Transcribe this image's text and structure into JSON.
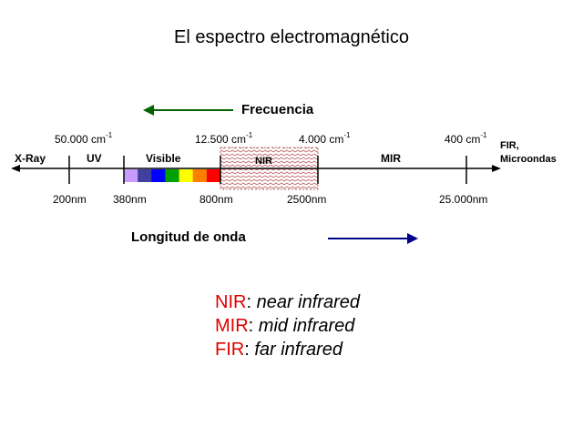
{
  "title": "El espectro electromagnético",
  "frequency_label": "Frecuencia",
  "wavelength_label": "Longitud de onda",
  "wavenumbers": [
    {
      "value": "50.000 cm",
      "exp": "-1"
    },
    {
      "value": "12.500 cm",
      "exp": "-1"
    },
    {
      "value": "4.000 cm",
      "exp": "-1"
    },
    {
      "value": "400 cm",
      "exp": "-1"
    }
  ],
  "regions": {
    "xray": "X-Ray",
    "uv": "UV",
    "visible": "Visible",
    "nir": "NIR",
    "mir": "MIR",
    "fir_line1": "FIR,",
    "fir_line2": "Microondas"
  },
  "wavelengths": [
    "200nm",
    "380nm",
    "800nm",
    "2500nm",
    "25.000nm"
  ],
  "visible_colors": [
    "#c89bff",
    "#4040a0",
    "#0000ff",
    "#00a000",
    "#ffff00",
    "#ff8000",
    "#ff0000"
  ],
  "colors": {
    "frequency_arrow": "#006400",
    "wavelength_arrow": "#00008b",
    "legend_term": "#e00000",
    "nir_hatch": "#c06060"
  },
  "legend": [
    {
      "term": "NIR",
      "sep": ": ",
      "desc": "near infrared"
    },
    {
      "term": "MIR",
      "sep": ": ",
      "desc": "mid infrared"
    },
    {
      "term": "FIR",
      "sep": ": ",
      "desc": "far infrared"
    }
  ]
}
